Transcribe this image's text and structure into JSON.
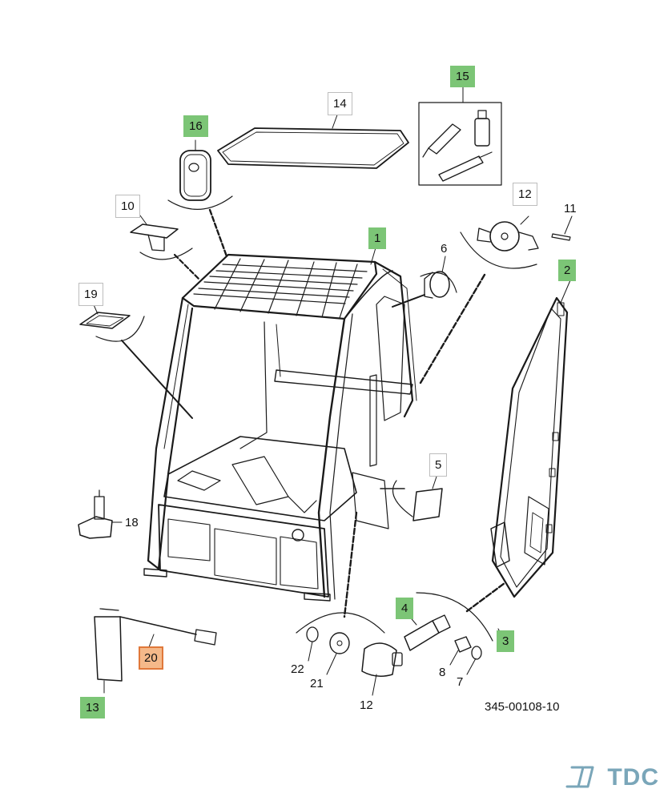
{
  "diagram": {
    "reference_code": "345-00108-10",
    "watermark_text": "TDC",
    "colors": {
      "line": "#1a1a1a",
      "highlight_green": "#7cc576",
      "highlight_orange": "#f5b98a",
      "highlight_orange_border": "#e0783a",
      "watermark": "#7aa6b9"
    },
    "callouts": {
      "c1": {
        "label": "1",
        "style": "green"
      },
      "c2": {
        "label": "2",
        "style": "green"
      },
      "c3": {
        "label": "3",
        "style": "green"
      },
      "c4": {
        "label": "4",
        "style": "green"
      },
      "c5": {
        "label": "5",
        "style": "boxed"
      },
      "c6": {
        "label": "6",
        "style": "plain"
      },
      "c7": {
        "label": "7",
        "style": "plain"
      },
      "c8": {
        "label": "8",
        "style": "plain"
      },
      "c10": {
        "label": "10",
        "style": "boxed"
      },
      "c11": {
        "label": "11",
        "style": "plain"
      },
      "c12a": {
        "label": "12",
        "style": "boxed"
      },
      "c12b": {
        "label": "12",
        "style": "plain"
      },
      "c13": {
        "label": "13",
        "style": "green"
      },
      "c14": {
        "label": "14",
        "style": "boxed"
      },
      "c15": {
        "label": "15",
        "style": "green"
      },
      "c16": {
        "label": "16",
        "style": "green"
      },
      "c18": {
        "label": "18",
        "style": "plain"
      },
      "c19": {
        "label": "19",
        "style": "boxed"
      },
      "c20": {
        "label": "20",
        "style": "orange"
      },
      "c21": {
        "label": "21",
        "style": "plain"
      },
      "c22": {
        "label": "22",
        "style": "plain"
      }
    }
  }
}
